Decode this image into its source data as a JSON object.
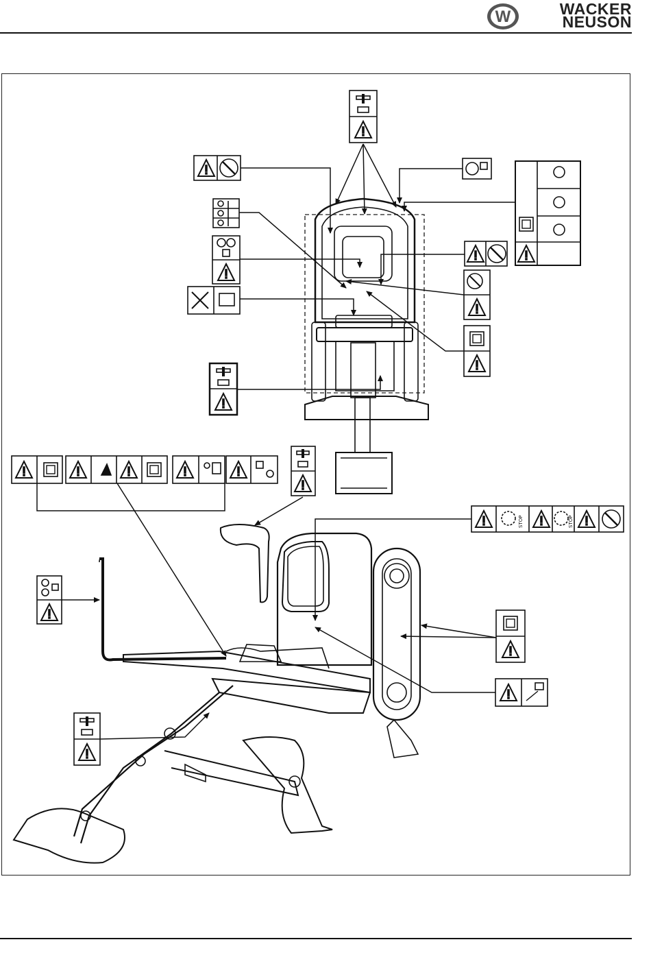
{
  "header": {
    "brand_line1": "WACKER",
    "brand_line2": "NEUSON",
    "logo_letter": "W"
  },
  "figure": {
    "decal_symbols": [
      "STOP",
      "STOP"
    ]
  }
}
